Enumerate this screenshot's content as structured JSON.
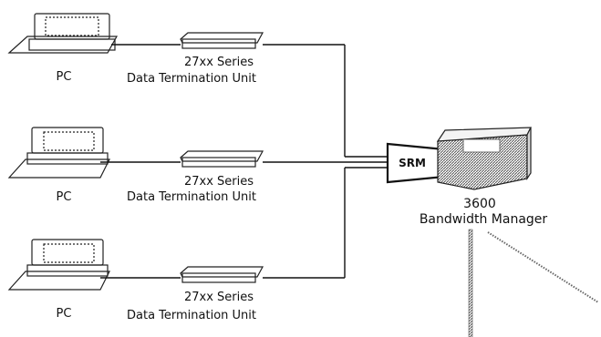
{
  "diagram": {
    "rows": [
      {
        "pc_label": "PC",
        "dtu_series": "27xx Series",
        "dtu_name": "Data Termination Unit"
      },
      {
        "pc_label": "PC",
        "dtu_series": "27xx Series",
        "dtu_name": "Data Termination Unit"
      },
      {
        "pc_label": "PC",
        "dtu_series": "27xx Series",
        "dtu_name": "Data Termination Unit"
      }
    ],
    "srm_label": "SRM",
    "manager_model": "3600",
    "manager_name": "Bandwidth Manager"
  }
}
